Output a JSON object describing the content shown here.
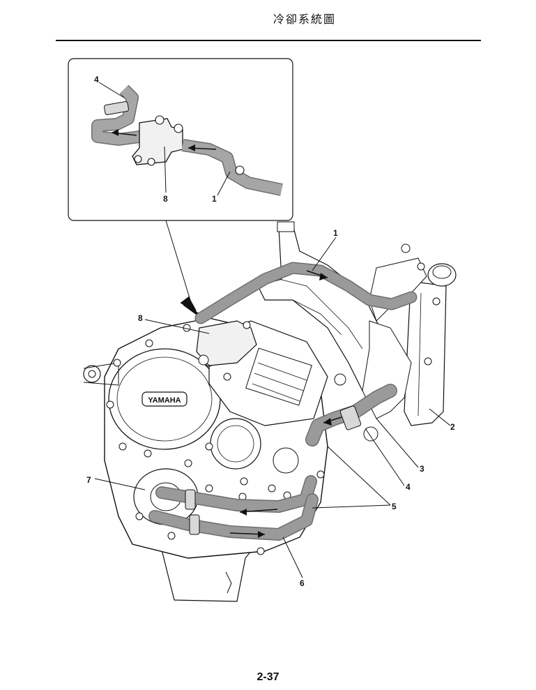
{
  "header": {
    "title": "冷卻系統圖"
  },
  "footer": {
    "page_number": "2-37"
  },
  "inset": {
    "callouts": [
      "4",
      "8",
      "1"
    ]
  },
  "main": {
    "brand_label": "YAMAHA",
    "callouts": [
      "1",
      "8",
      "2",
      "3",
      "4",
      "5",
      "7",
      "6"
    ]
  },
  "colors": {
    "line": "#111111",
    "hose": "#9a9a9a",
    "hose_edge": "#6e6e6e"
  }
}
